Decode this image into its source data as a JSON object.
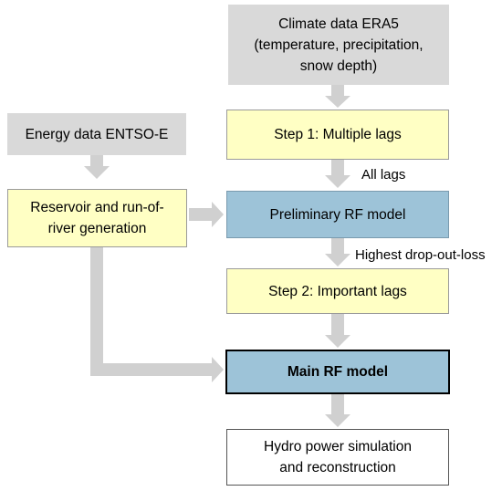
{
  "diagram": {
    "nodes": {
      "climate": "Climate data ERA5 (temperature, precipitation, snow depth)",
      "energy": "Energy data ENTSO-E",
      "step1": "Step 1: Multiple lags",
      "reservoir": "Reservoir and run-of-river generation",
      "preliminary": "Preliminary RF model",
      "step2": "Step 2: Important lags",
      "main": "Main RF model",
      "hydro": "Hydro power simulation and reconstruction"
    },
    "edge_labels": {
      "all_lags": "All lags",
      "highest_loss": "Highest drop-out-loss"
    },
    "edges": [
      [
        "climate",
        "step1"
      ],
      [
        "energy",
        "reservoir"
      ],
      [
        "step1",
        "preliminary"
      ],
      [
        "reservoir",
        "preliminary"
      ],
      [
        "preliminary",
        "step2"
      ],
      [
        "step2",
        "main"
      ],
      [
        "reservoir",
        "main"
      ],
      [
        "main",
        "hydro"
      ]
    ],
    "colors": {
      "input_box": "#d9d9d9",
      "step_box": "#ffffc4",
      "model_box": "#9dc3d8",
      "output_box": "#ffffff",
      "arrow": "#d0d0d0"
    }
  }
}
